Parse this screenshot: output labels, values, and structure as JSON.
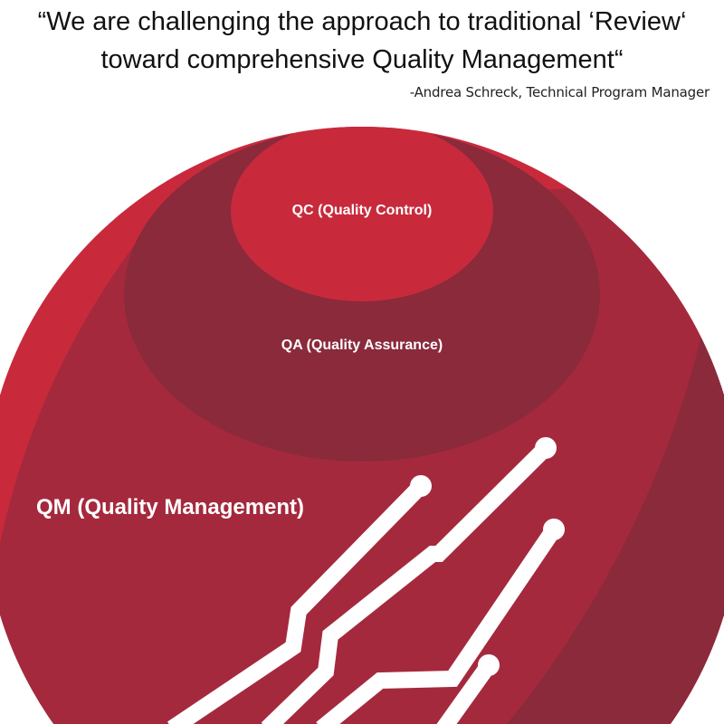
{
  "quote": {
    "line1": "“We are challenging the approach to traditional ‘Review‘",
    "line2": "toward comprehensive Quality Management“",
    "author": "-Andrea Schreck, Technical Program Manager"
  },
  "diagram": {
    "qc_label": "QC (Quality Control)",
    "qa_label": "QA (Quality Assurance)",
    "qm_label": "QM (Quality Management)",
    "colors": {
      "bright": "#c82a3c",
      "main": "#a5293d",
      "dark": "#8a2a3b",
      "text": "#ffffff"
    }
  }
}
